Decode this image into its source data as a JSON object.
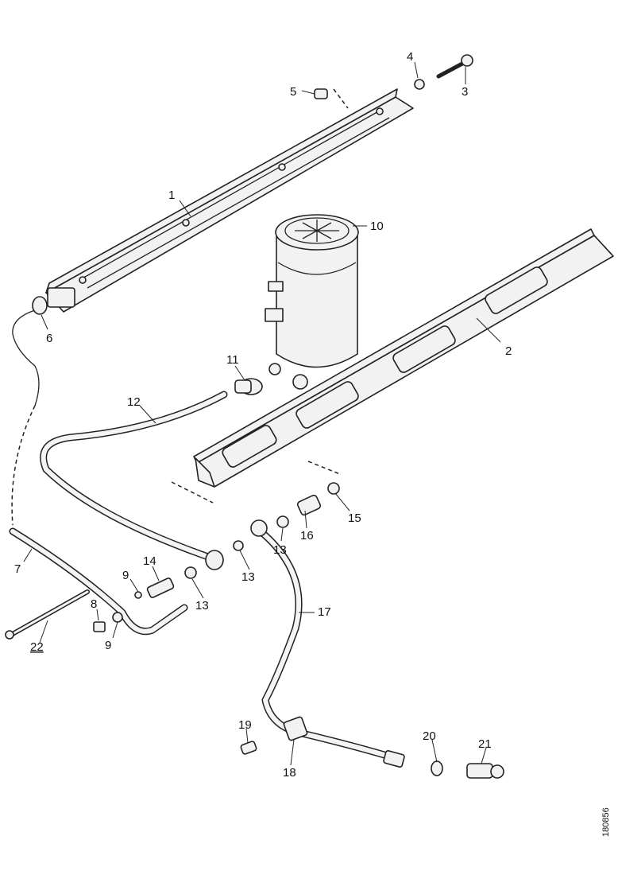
{
  "diagram": {
    "callouts": [
      "1",
      "2",
      "3",
      "4",
      "5",
      "6",
      "7",
      "8",
      "9",
      "9",
      "10",
      "11",
      "12",
      "13",
      "13",
      "13",
      "14",
      "15",
      "16",
      "17",
      "18",
      "19",
      "20",
      "21",
      "22"
    ],
    "drawing_code": "180856"
  }
}
